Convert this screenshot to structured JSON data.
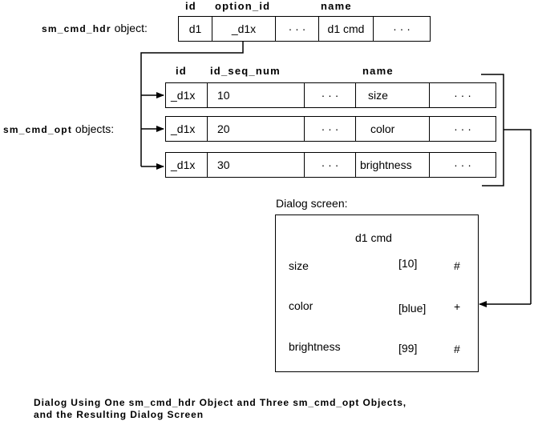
{
  "hdr_object": {
    "label_name": "sm_cmd_hdr",
    "label_suffix": "object:",
    "columns": [
      "id",
      "option_id",
      "name"
    ],
    "cells": [
      "d1",
      "_d1x",
      "· · ·",
      "d1 cmd",
      "· · ·"
    ]
  },
  "opt_objects": {
    "label_name": "sm_cmd_opt",
    "label_suffix": "objects:",
    "columns": [
      "id",
      "id_seq_num",
      "name"
    ],
    "rows": [
      [
        "_d1x",
        "10",
        "· · ·",
        "size",
        "· · ·"
      ],
      [
        "_d1x",
        "20",
        "· · ·",
        "color",
        "· · ·"
      ],
      [
        "_d1x",
        "30",
        "· · ·",
        "brightness",
        "· · ·"
      ]
    ]
  },
  "dialog": {
    "label": "Dialog screen:",
    "title": "d1 cmd",
    "rows": [
      {
        "name": "size",
        "value": "[10]",
        "mark": "#"
      },
      {
        "name": "color",
        "value": "[blue]",
        "mark": "+"
      },
      {
        "name": "brightness",
        "value": "[99]",
        "mark": "#"
      }
    ]
  },
  "caption": {
    "line1": "Dialog Using One sm_cmd_hdr Object and Three sm_cmd_opt Objects,",
    "line2": "and the Resulting Dialog Screen"
  }
}
